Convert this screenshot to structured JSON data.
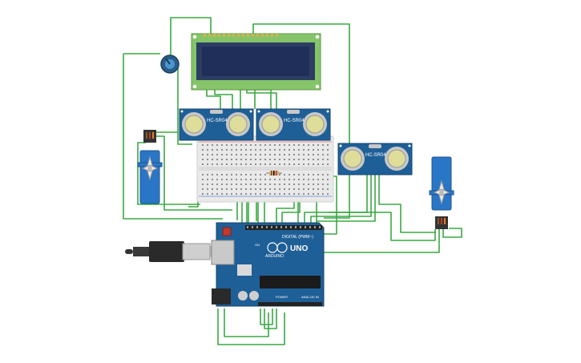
{
  "components": {
    "lcd": {
      "kind": "LCD 16x2"
    },
    "potentiometer": {
      "kind": "potentiometer"
    },
    "ultrasonic_sensors": [
      {
        "label": "HC-SR04"
      },
      {
        "label": "HC-SR04"
      },
      {
        "label": "HC-SR04"
      }
    ],
    "servos": [
      {
        "kind": "servo"
      },
      {
        "kind": "servo"
      }
    ],
    "breadboard": {
      "kind": "mini breadboard"
    },
    "resistor": {
      "kind": "resistor"
    },
    "arduino": {
      "logo": "UNO",
      "brand": "ARDUINO",
      "digital_label": "DIGITAL (PWM~)",
      "power_label": "POWER",
      "analog_label": "ANALOG IN",
      "on_label": "ON"
    },
    "usb_cable": {
      "kind": "usb-b cable"
    }
  },
  "colors": {
    "wire": "#3aa843",
    "pcb_blue": "#1f5f97",
    "lcd_green": "#86c46a",
    "lcd_screen": "#1f2f5a",
    "servo_blue": "#2a76c6",
    "breadboard": "#e9e9e9"
  }
}
